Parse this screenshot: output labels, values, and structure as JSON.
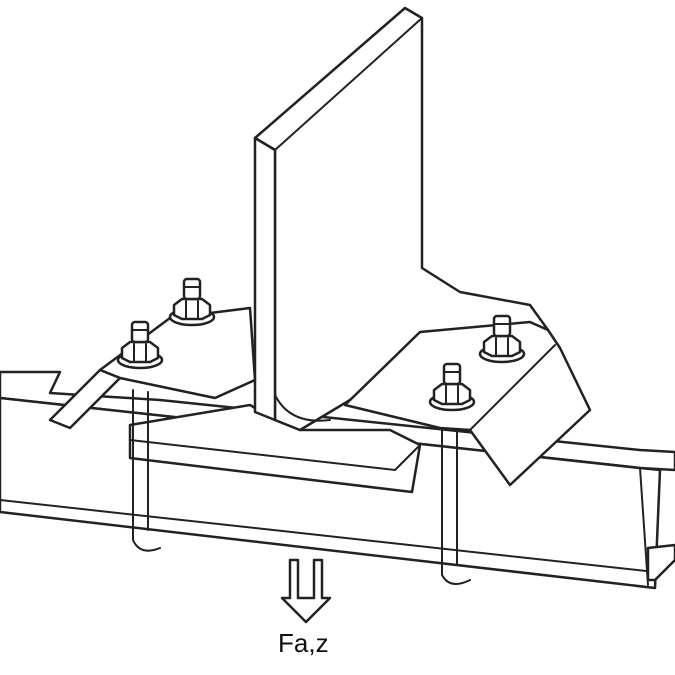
{
  "diagram": {
    "force_label": "Fa,z",
    "line_color": "#222222",
    "background": "#ffffff",
    "parts": {
      "rail": "channel-rail",
      "bracket": "t-bracket",
      "clamps": [
        "left-clamp-plate",
        "right-clamp-plate"
      ],
      "bolts": 4,
      "arrow": "hollow-down-arrow"
    }
  }
}
